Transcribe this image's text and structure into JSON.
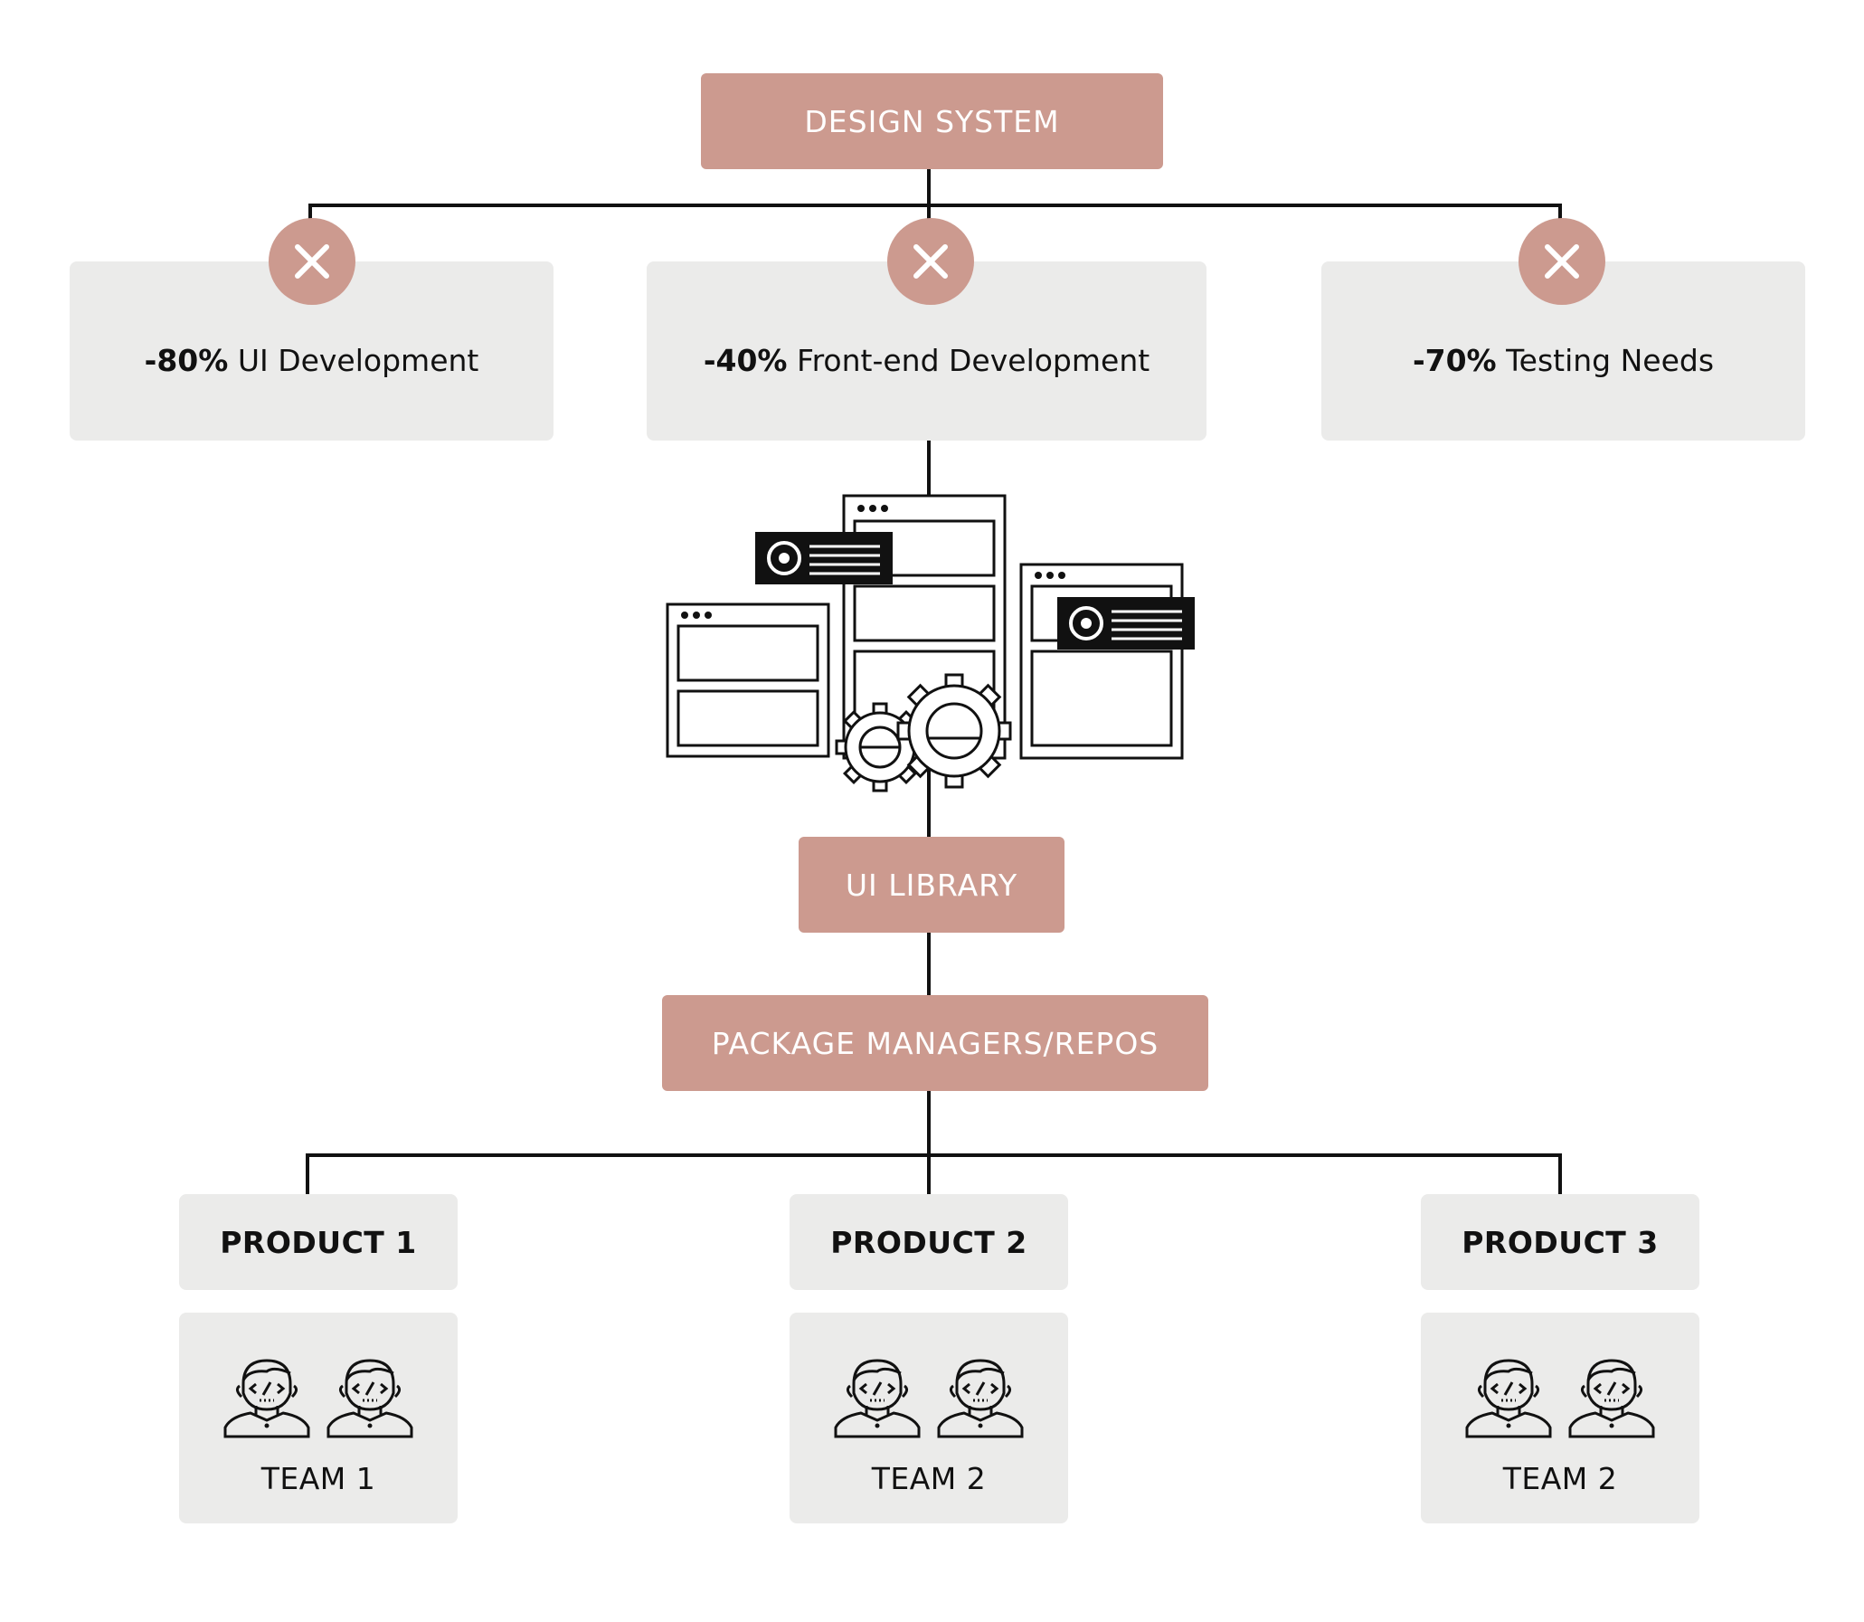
{
  "diagram": {
    "top_node": {
      "label": "DESIGN SYSTEM"
    },
    "benefits": [
      {
        "percent": "-80%",
        "text": " UI Development",
        "icon": "close-icon"
      },
      {
        "percent": "-40%",
        "text": " Front-end Development",
        "icon": "close-icon"
      },
      {
        "percent": "-70%",
        "text": " Testing Needs",
        "icon": "close-icon"
      }
    ],
    "illustration": {
      "icon": "ui-components-gears-icon"
    },
    "ui_library": {
      "label": "UI LIBRARY"
    },
    "package_managers": {
      "label": "PACKAGE MANAGERS/REPOS"
    },
    "products": [
      {
        "label": "PRODUCT 1",
        "team": "TEAM 1",
        "people_icon": "developer-icon"
      },
      {
        "label": "PRODUCT 2",
        "team": "TEAM 2",
        "people_icon": "developer-icon"
      },
      {
        "label": "PRODUCT 3",
        "team": "TEAM 2",
        "people_icon": "developer-icon"
      }
    ],
    "colors": {
      "accent": "#cc9a8f",
      "panel": "#ebebea",
      "line": "#111111"
    }
  }
}
